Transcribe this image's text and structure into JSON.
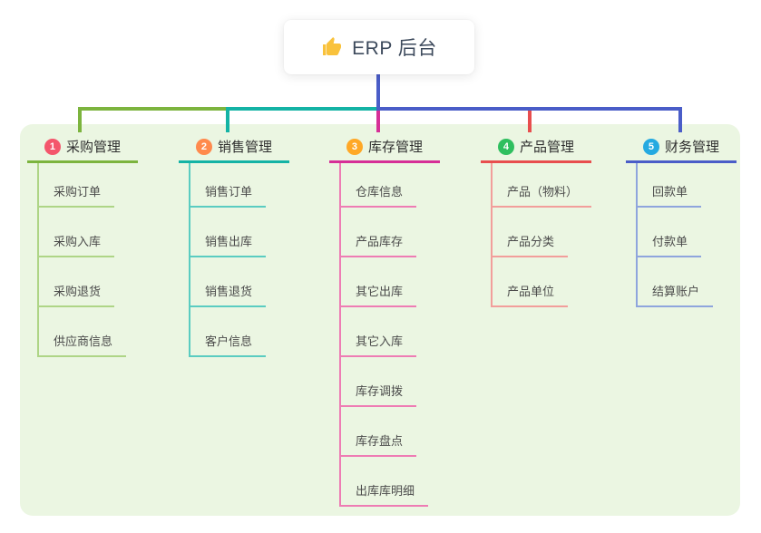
{
  "root": {
    "title": "ERP 后台",
    "icon": "thumbs-up-icon",
    "stem_color": "#4a5dc8",
    "icon_color": "#f9c23c"
  },
  "canvas": {
    "background_color": "#ebf6e2"
  },
  "branches": [
    {
      "index": "1",
      "title": "采购管理",
      "badge_color": "#f4566c",
      "line_color": "#7cb43e",
      "child_line_color": "#aed586",
      "children": [
        "采购订单",
        "采购入库",
        "采购退货",
        "供应商信息"
      ]
    },
    {
      "index": "2",
      "title": "销售管理",
      "badge_color": "#ff8a4d",
      "line_color": "#14b3a5",
      "child_line_color": "#5accc1",
      "children": [
        "销售订单",
        "销售出库",
        "销售退货",
        "客户信息"
      ]
    },
    {
      "index": "3",
      "title": "库存管理",
      "badge_color": "#ffa826",
      "line_color": "#d62f97",
      "child_line_color": "#ee7cb4",
      "children": [
        "仓库信息",
        "产品库存",
        "其它出库",
        "其它入库",
        "库存调拨",
        "库存盘点",
        "出库库明细"
      ]
    },
    {
      "index": "4",
      "title": "产品管理",
      "badge_color": "#2fbf5f",
      "line_color": "#e84e4e",
      "child_line_color": "#f29e9b",
      "children": [
        "产品（物料）",
        "产品分类",
        "产品单位"
      ]
    },
    {
      "index": "5",
      "title": "财务管理",
      "badge_color": "#25aae1",
      "line_color": "#4a5dc8",
      "child_line_color": "#8fa5dd",
      "children": [
        "回款单",
        "付款单",
        "结算账户"
      ]
    }
  ]
}
